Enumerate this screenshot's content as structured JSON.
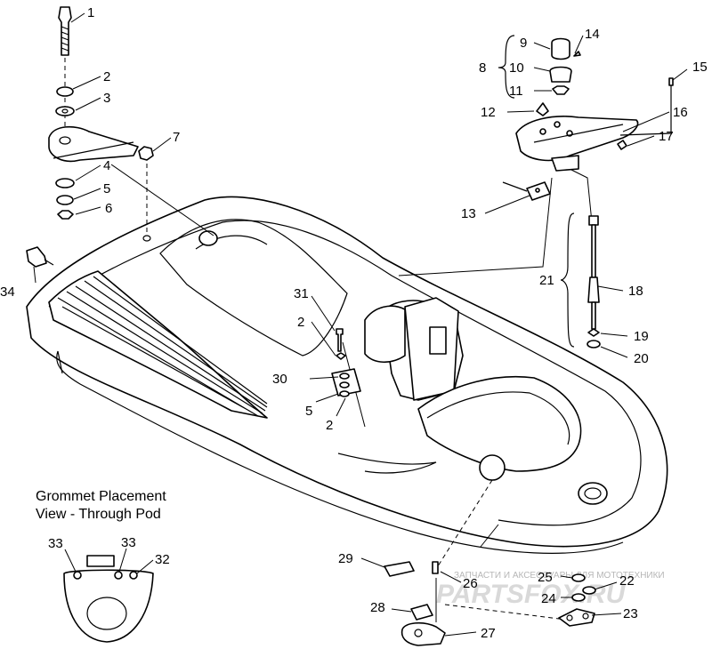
{
  "caption": {
    "line1": "Grommet Placement",
    "line2": "View - Through Pod"
  },
  "callouts": [
    "1",
    "2",
    "3",
    "4",
    "5",
    "6",
    "7",
    "8",
    "9",
    "10",
    "11",
    "12",
    "13",
    "14",
    "15",
    "16",
    "17",
    "18",
    "19",
    "20",
    "21",
    "2",
    "30",
    "5",
    "2",
    "31",
    "23",
    "22",
    "24",
    "25",
    "26",
    "27",
    "28",
    "29",
    "33",
    "33",
    "32",
    "34"
  ],
  "watermark": {
    "small": "ЗАПЧАСТИ И АКСЕССУАРЫ ДЛЯ МОТОТЕХНИКИ",
    "big": "PARTSFOX.RU"
  },
  "colors": {
    "line": "#000000",
    "background": "#ffffff",
    "watermark": "#c8c8c8"
  }
}
